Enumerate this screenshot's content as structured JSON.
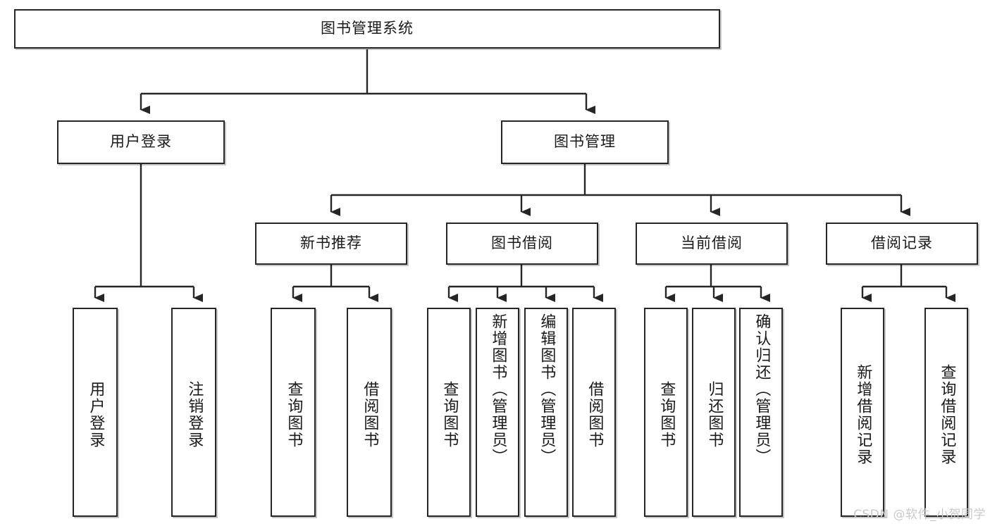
{
  "diagram": {
    "title": "图书管理系统",
    "type": "tree-hierarchy",
    "root": {
      "id": "root",
      "label": "图书管理系统"
    },
    "level1": [
      {
        "id": "user-login",
        "label": "用户登录"
      },
      {
        "id": "book-manage",
        "label": "图书管理"
      }
    ],
    "level2": [
      {
        "id": "new-book-rec",
        "label": "新书推荐",
        "parent": "book-manage"
      },
      {
        "id": "book-borrow",
        "label": "图书借阅",
        "parent": "book-manage"
      },
      {
        "id": "current-borrow",
        "label": "当前借阅",
        "parent": "book-manage"
      },
      {
        "id": "borrow-record",
        "label": "借阅记录",
        "parent": "book-manage"
      }
    ],
    "leaves": [
      {
        "id": "leaf-user-login",
        "label": "用户登录",
        "parent": "user-login"
      },
      {
        "id": "leaf-logout",
        "label": "注销登录",
        "parent": "user-login"
      },
      {
        "id": "leaf-query-book-1",
        "label": "查询图书",
        "parent": "new-book-rec"
      },
      {
        "id": "leaf-borrow-book-1",
        "label": "借阅图书",
        "parent": "new-book-rec"
      },
      {
        "id": "leaf-query-book-2",
        "label": "查询图书",
        "parent": "book-borrow"
      },
      {
        "id": "leaf-add-book",
        "label": "新增图书（管理员）",
        "parent": "book-borrow"
      },
      {
        "id": "leaf-edit-book",
        "label": "编辑图书（管理员）",
        "parent": "book-borrow"
      },
      {
        "id": "leaf-borrow-book-2",
        "label": "借阅图书",
        "parent": "book-borrow"
      },
      {
        "id": "leaf-query-book-3",
        "label": "查询图书",
        "parent": "current-borrow"
      },
      {
        "id": "leaf-return-book",
        "label": "归还图书",
        "parent": "current-borrow"
      },
      {
        "id": "leaf-confirm-return",
        "label": "确认归还（管理员）",
        "parent": "current-borrow"
      },
      {
        "id": "leaf-add-record",
        "label": "新增借阅记录",
        "parent": "borrow-record"
      },
      {
        "id": "leaf-query-record",
        "label": "查询借阅记录",
        "parent": "borrow-record"
      }
    ],
    "colors": {
      "box_border": "#262626",
      "box_fill": "#ffffff",
      "connector": "#262626",
      "text": "#1a1a1a",
      "watermark": "#c9c9c9"
    }
  },
  "watermark": {
    "text": "CSDN @软件_小贺同学"
  }
}
